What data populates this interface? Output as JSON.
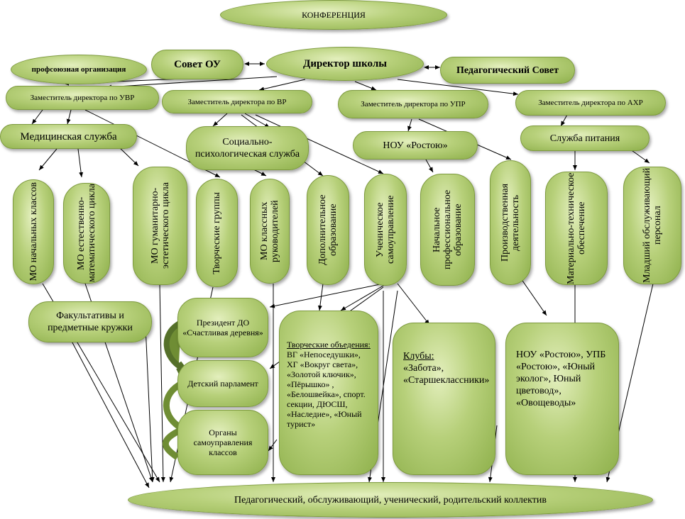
{
  "conference": "КОНФЕРЕНЦИЯ",
  "council_ou": "Совет ОУ",
  "director": "Директор школы",
  "ped_council": "Педагогический Совет",
  "trade_union": "профсоюзная организация",
  "deputy_uvr": "Заместитель директора по УВР",
  "deputy_vr": "Заместитель директора по ВР",
  "deputy_upr": "Заместитель директора по УПР",
  "deputy_ahr": "Заместитель директора по АХР",
  "medical": "Медицинская служба",
  "social": "Социально-психологическая служба",
  "nou": "НОУ «Ростою»",
  "food": "Служба питания",
  "columns": [
    "МО начальных классов",
    "МО естественно-математического цикла",
    "МО гуманитарно-эстетического цикла",
    "Творческие группы",
    "МО классных руководителей",
    "Дополнительное образование",
    "Ученическое самоуправление",
    "Начальное профессиональное образование",
    "Производственная деятельность",
    "Материально-техническое обеспечение",
    "Младший обслуживающий персонал"
  ],
  "facultative": "Факультативы и предметные кружки",
  "president": "Президент ДО «Счастливая деревня»",
  "parliament": "Детский парламент",
  "self_gov": "Органы самоуправления классов",
  "creative": {
    "title": "Творческие объедения:",
    "body": "ВГ «Непоседушки», ХГ «Вокруг света», «Золотой ключик», «Пёрышко» , «Белошвейка», спорт. секции, ДЮСШ, «Наследие», «Юный турист»"
  },
  "clubs": {
    "title": "Клубы:",
    "body": "«Забота», «Старшеклассники»"
  },
  "nou_list": "НОУ «Ростою», УПБ «Ростою», «Юный эколог», Юный цветовод», «Овощеводы»",
  "collective": "Педагогический, обслуживающий, ученический, родительский коллектив"
}
